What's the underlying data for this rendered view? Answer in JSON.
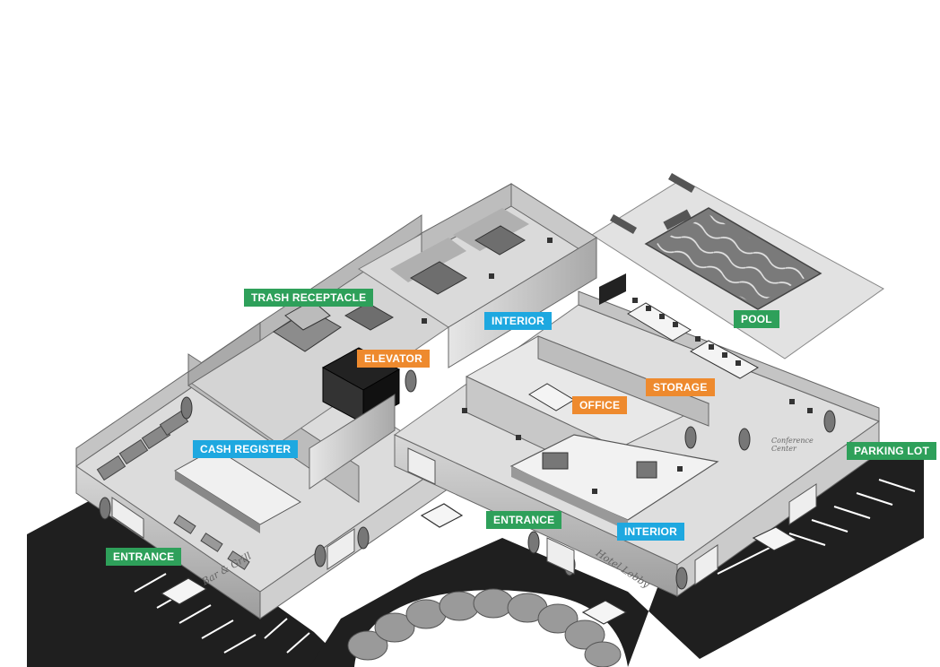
{
  "labels": {
    "trash_receptacle": "TRASH RECEPTACLE",
    "interior_top": "INTERIOR",
    "pool": "POOL",
    "elevator": "ELEVATOR",
    "storage": "STORAGE",
    "office": "OFFICE",
    "cash_register": "CASH REGISTER",
    "parking_lot": "PARKING LOT",
    "entrance_center": "ENTRANCE",
    "interior_bottom": "INTERIOR",
    "entrance_left": "ENTRANCE"
  },
  "signs": {
    "bar_grill": "Bar & Grill",
    "hotel_lobby": "Hotel Lobby",
    "conference_center": "Conference Center"
  },
  "colors": {
    "location_tag": "#2ea05a",
    "feature_tag": "#ee8a2e",
    "interior_tag": "#1ea8e0",
    "asphalt": "#1f1f1f",
    "floor": "#dcdcdc",
    "wall": "#bdbdbd"
  }
}
